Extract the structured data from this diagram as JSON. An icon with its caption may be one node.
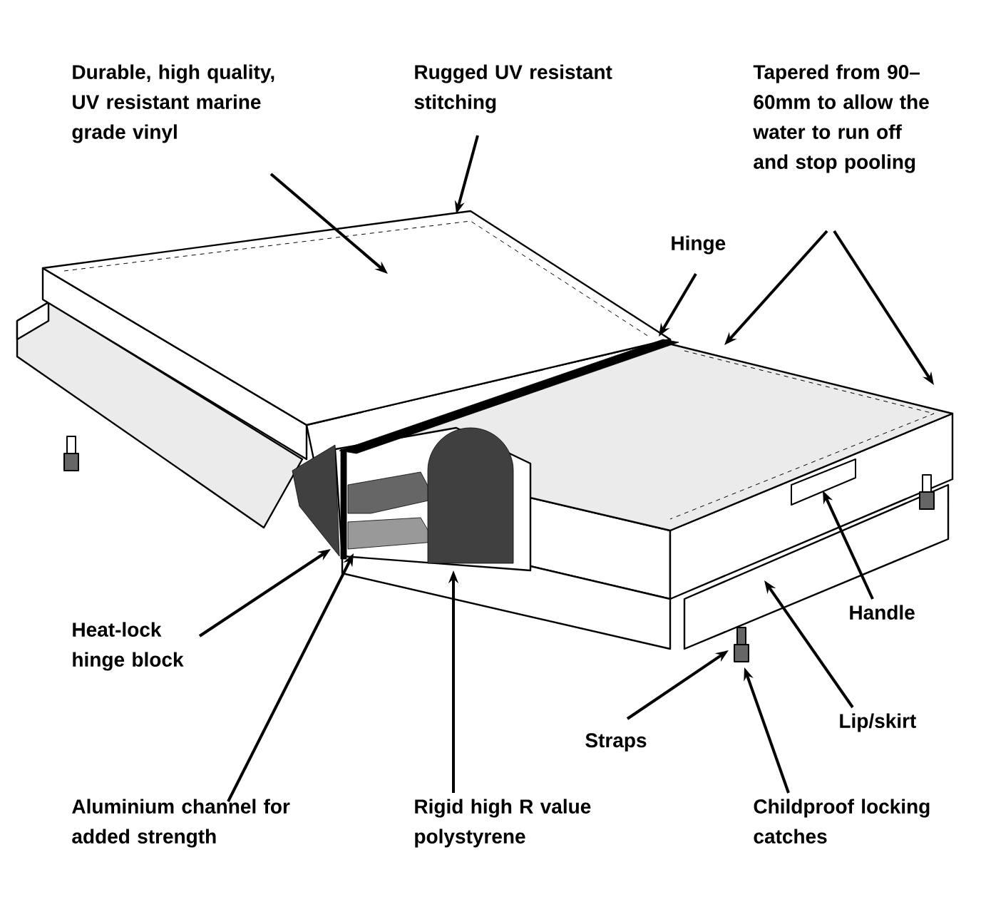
{
  "diagram": {
    "nodes": [
      {
        "text": [
          "Durable, high quality, UV resistant marine grade vinyl"
        ]
      },
      {
        "text": [
          "Rugged UV resistant stitching"
        ]
      },
      {
        "text": [
          "Tapered from 90–60mm to allow the water to run off and stop pooling"
        ]
      },
      {
        "text": [
          "Hinge"
        ]
      },
      {
        "text": [
          "Heat-lock hinge block"
        ]
      },
      {
        "text": [
          "Aluminium channel for added strength"
        ]
      },
      {
        "text": [
          "Rigid high R value polystyrene"
        ]
      },
      {
        "text": [
          "Handle"
        ]
      },
      {
        "text": [
          "Lip/skirt"
        ]
      },
      {
        "text": [
          "Straps"
        ]
      },
      {
        "text": [
          "Childproof locking catches"
        ]
      },
      {
        "text": [],
        "shape": "bar"
      },
      {
        "text": [],
        "shape": "box"
      },
      {
        "text": [],
        "shape": "bar"
      },
      {
        "text": [],
        "shape": "box"
      },
      {
        "text": [],
        "shape": "box"
      }
    ],
    "edges": [
      {
        "from": 0,
        "to": null,
        "arrow": "to"
      },
      {
        "from": 1,
        "to": null,
        "arrow": "to"
      },
      {
        "from": 2,
        "to": null,
        "arrow": "to"
      },
      {
        "from": 2,
        "to": null,
        "arrow": "to"
      },
      {
        "from": 3,
        "to": 11,
        "arrow": "to"
      },
      {
        "from": 4,
        "to": 12,
        "arrow": "to"
      },
      {
        "from": 5,
        "to": 13,
        "arrow": "to"
      },
      {
        "from": 6,
        "to": 14,
        "arrow": "to"
      },
      {
        "from": 7,
        "to": null,
        "arrow": "to"
      },
      {
        "from": 8,
        "to": null,
        "arrow": "to"
      },
      {
        "from": 9,
        "to": 15,
        "arrow": "to"
      },
      {
        "from": 10,
        "to": 15,
        "arrow": "to"
      }
    ]
  }
}
